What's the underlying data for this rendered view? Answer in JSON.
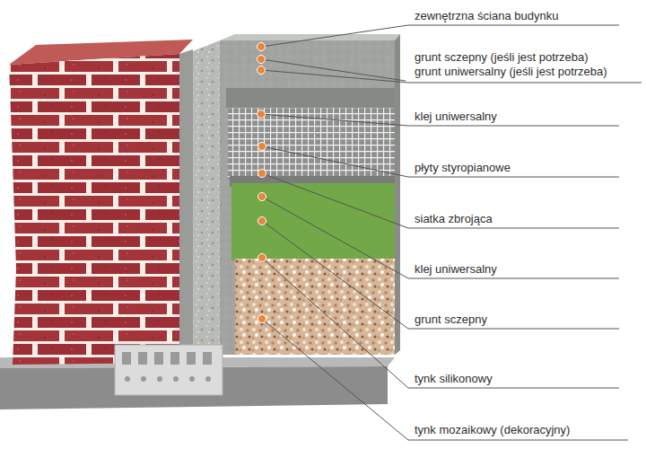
{
  "diagram": {
    "labels": [
      "zewnętrzna ściana budynku",
      "grunt sczepny (jeśli jest potrzeba)",
      "grunt uniwersalny (jeśli jest potrzeba)",
      "klej uniwersalny",
      "płyty styropianowe",
      "siatka zbrojąca",
      "klej uniwersalny",
      "grunt sczepny",
      "tynk silikonowy",
      "tynk mozaikowy (dekoracyjny)"
    ]
  }
}
